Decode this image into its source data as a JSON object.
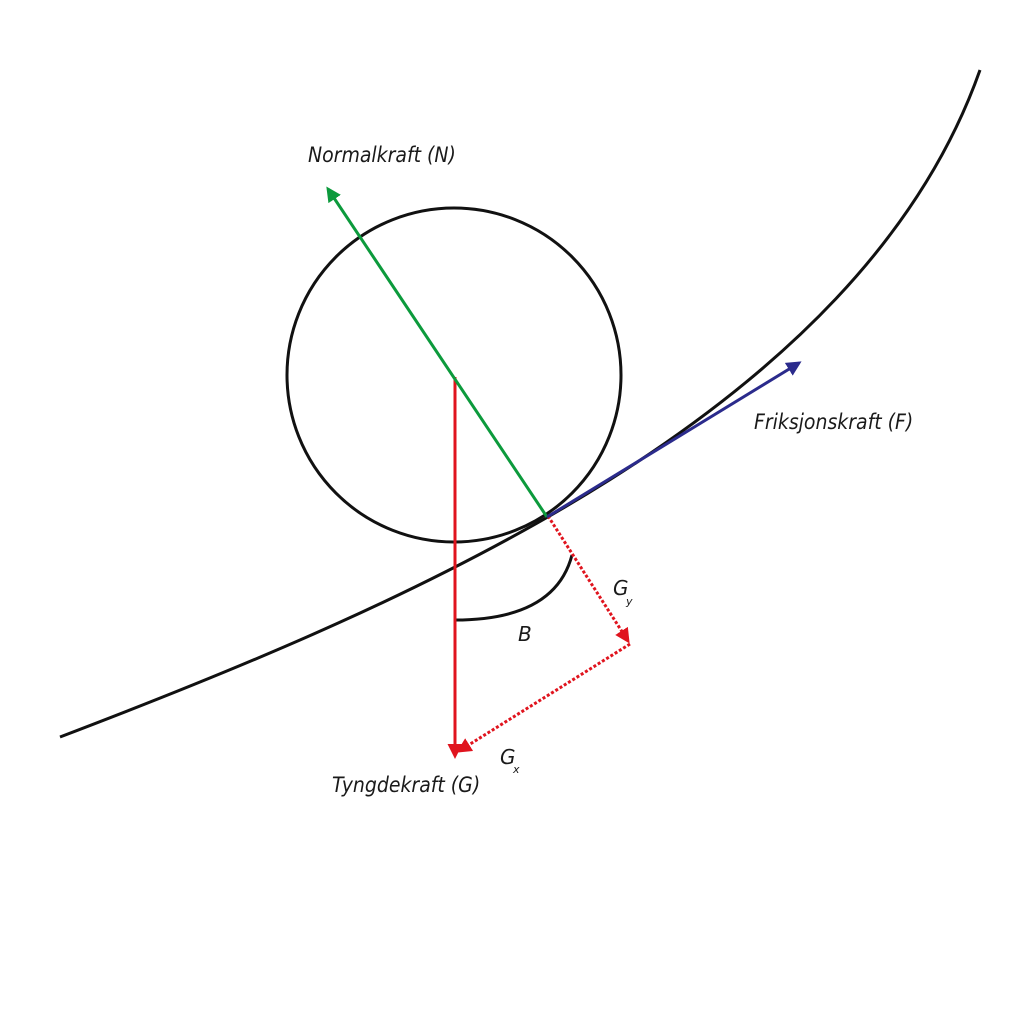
{
  "labels": {
    "normal_force": "Normalkraft (N)",
    "friction_force": "Friksjonskraft (F)",
    "gravity_force": "Tyngdekraft (G)",
    "angle": "B",
    "gy_symbol": "G",
    "gy_subscript": "y",
    "gx_symbol": "G",
    "gx_subscript": "x"
  },
  "colors": {
    "curve": "#111111",
    "wheel": "#111111",
    "normal_force": "#0c9a3c",
    "friction_force": "#2b2b8c",
    "gravity_force": "#e0141e",
    "components": "#e0141e",
    "angle_arc": "#111111"
  }
}
